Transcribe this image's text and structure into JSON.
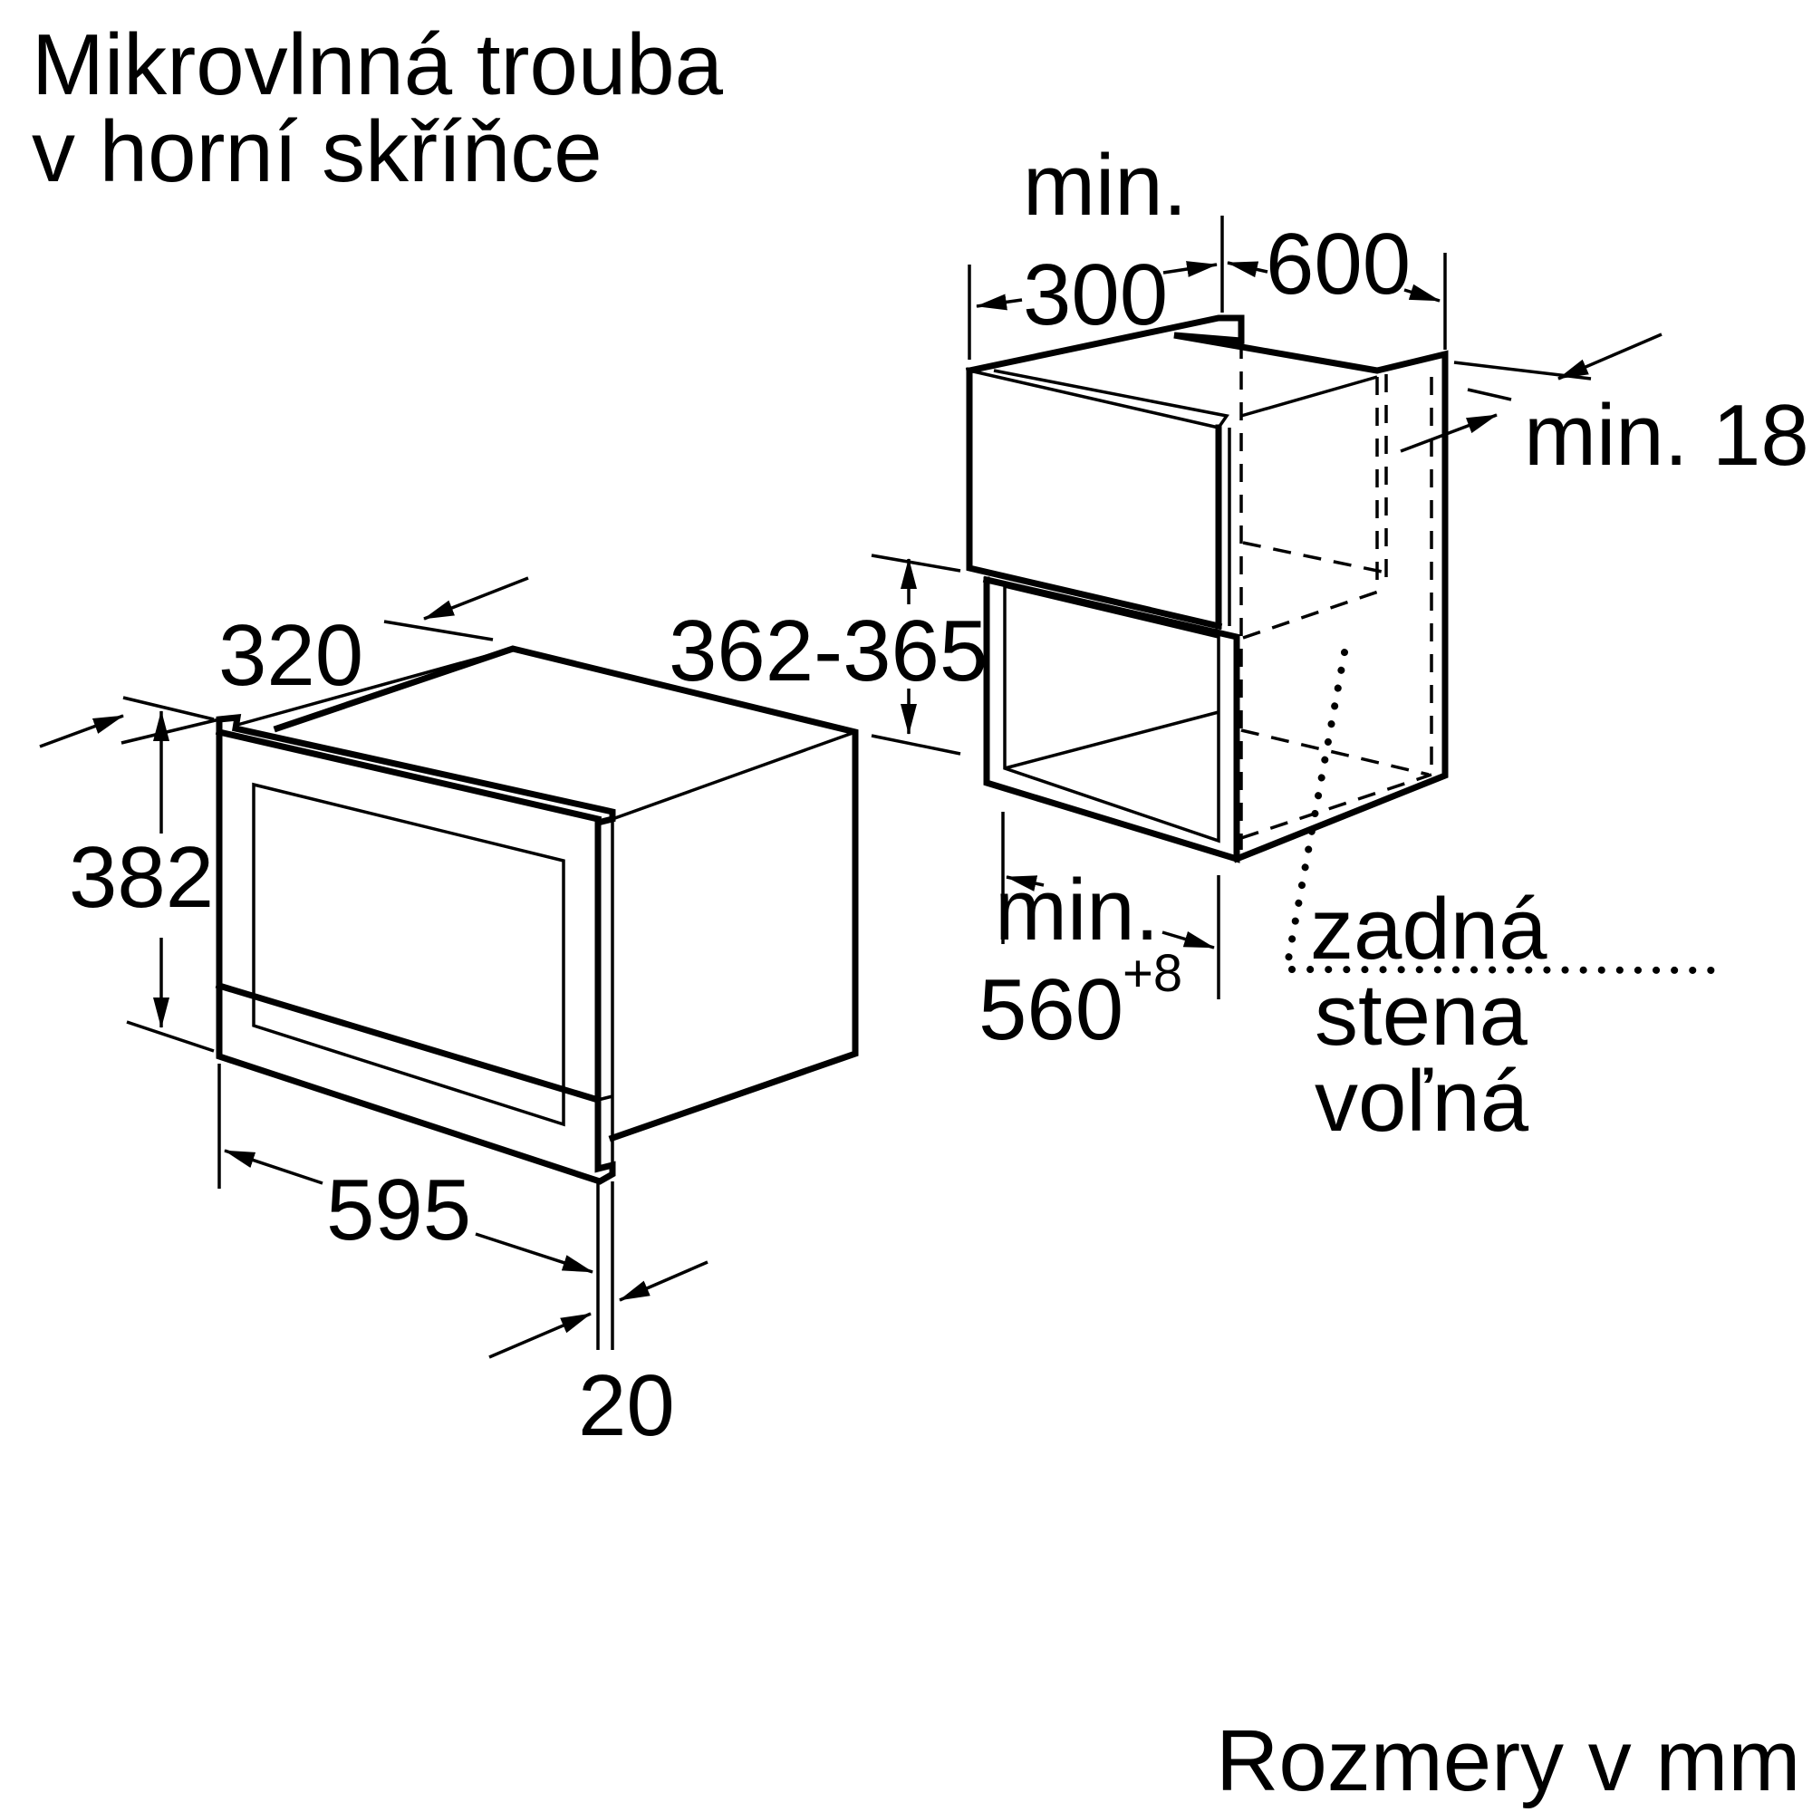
{
  "title": {
    "line1": "Mikrovlnná trouba",
    "line2": "v horní skříňce"
  },
  "oven": {
    "depth": "320",
    "height": "382",
    "width": "595",
    "panel": "20"
  },
  "cabinet": {
    "min_label": "min.",
    "top_depth": "300",
    "cabinet_depth": "600",
    "side_thickness": "min. 18",
    "niche_height": "362-365",
    "niche_width_label": "min.",
    "niche_width": "560",
    "niche_width_tolerance": "+8"
  },
  "back_wall": {
    "line1": "zadná",
    "line2": "stena",
    "line3": "voľná"
  },
  "footer": "Rozmery v mm"
}
